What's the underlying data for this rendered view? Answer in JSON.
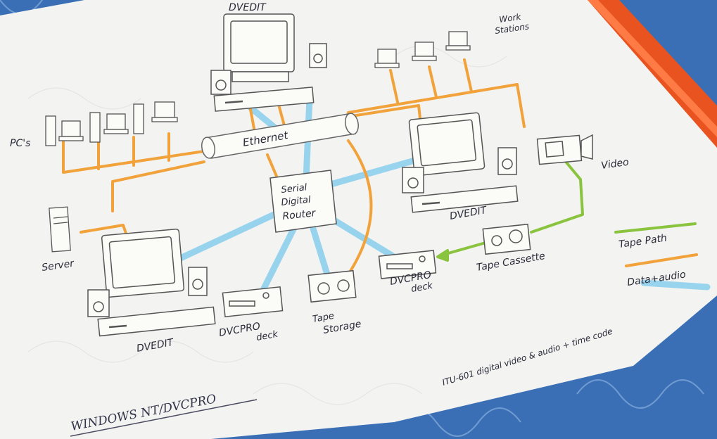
{
  "colors": {
    "tape_path": "#8ac43f",
    "data_audio": "#f2a23a",
    "video_timecode": "#8fd0ee",
    "paper": "#f3f3f1",
    "background": "#3a6fb6",
    "pen": "#e8531f"
  },
  "nodes": {
    "dvedit_top": "DVEDIT",
    "dvedit_right": "DVEDIT",
    "dvedit_bottom": "DVEDIT",
    "workstations_line1": "Work",
    "workstations_line2": "Stations",
    "pcs": "PC's",
    "ethernet": "Ethernet",
    "router_line1": "Serial",
    "router_line2": "Digital",
    "router_line3": "Router",
    "server": "Server",
    "video": "Video",
    "tape_cassette": "Tape Cassette",
    "dvcpro_left_line1": "DVCPRO",
    "dvcpro_left_line2": "deck",
    "dvcpro_right_line1": "DVCPRO",
    "dvcpro_right_line2": "deck",
    "tape_storage_line1": "Tape",
    "tape_storage_line2": "Storage"
  },
  "legend": {
    "tape_path": "Tape Path",
    "data_audio": "Data+audio",
    "video_timecode": "ITU-601 digital video & audio + time code"
  },
  "footer": {
    "platform": "WINDOWS NT/DVCPRO"
  }
}
